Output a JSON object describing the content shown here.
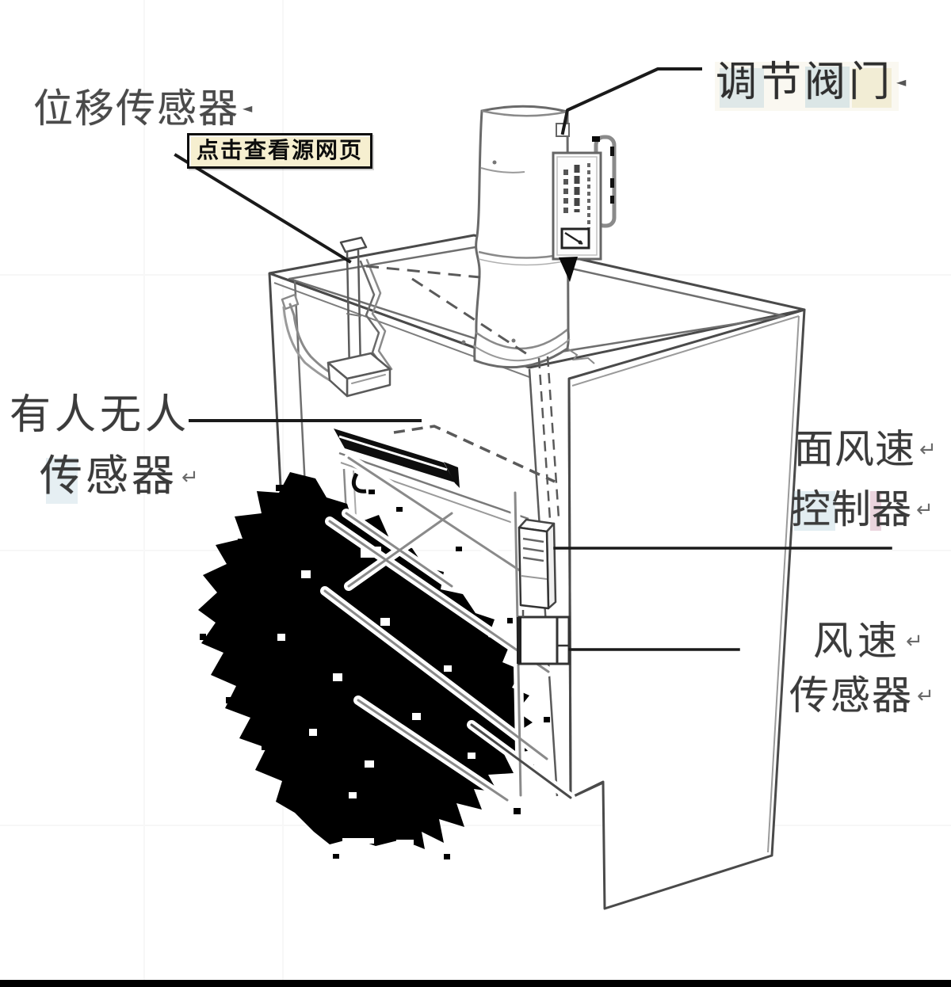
{
  "labels": {
    "displacement": {
      "text": "位移传感器",
      "mark": "◄"
    },
    "occupancy": {
      "line1": "有人无人",
      "line2": "传感器",
      "mark": "↵"
    },
    "valve": {
      "text": "调节阀门",
      "mark": "◄"
    },
    "face_velocity": {
      "line1": "面风速",
      "mark1": "↵",
      "line2": "控制器",
      "mark2": "↵"
    },
    "wind_speed": {
      "line1": "风速",
      "mark1": "↵",
      "line2": "传感器",
      "mark2": "↵"
    },
    "tooltip": {
      "text": "点击查看源网页"
    }
  },
  "colors": {
    "background": "#ffffff",
    "line_dark": "#3f3f3f",
    "line_soft": "#8a8a8a",
    "label_text": "#3b3b3b",
    "leader_line": "#1a1a1a",
    "tooltip_bg": "#f6efd0",
    "tooltip_border": "#0d0d0d",
    "shading_blob": "#000000"
  }
}
